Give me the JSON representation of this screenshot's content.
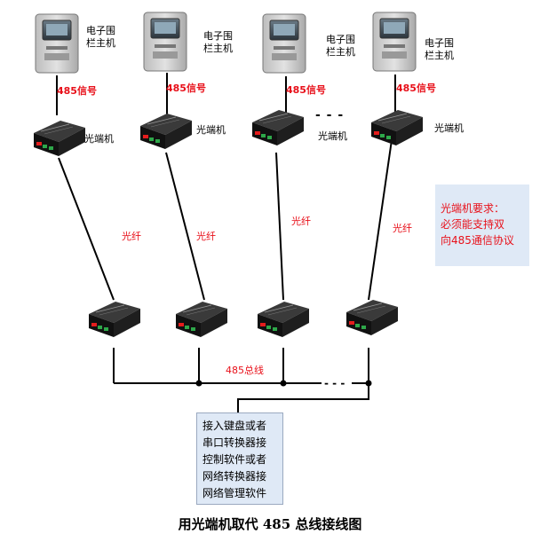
{
  "hosts": [
    {
      "label_line1": "电子围",
      "label_line2": "栏主机",
      "signal": "485信号"
    },
    {
      "label_line1": "电子围",
      "label_line2": "栏主机",
      "signal": "485信号"
    },
    {
      "label_line1": "电子围",
      "label_line2": "栏主机",
      "signal": "485信号"
    },
    {
      "label_line1": "电子围",
      "label_line2": "栏主机",
      "signal": "485信号"
    }
  ],
  "converter_label": "光端机",
  "fiber_label": "光纤",
  "bus_label": "485总线",
  "ellipsis": "- - -",
  "requirement": {
    "line1": "光端机要求：",
    "line2": "必须能支持双",
    "line3": "向485通信协议"
  },
  "software_box": {
    "line1": "接入键盘或者",
    "line2": "串口转换器接",
    "line3": "控制软件或者",
    "line4": "网络转换器接",
    "line5": "网络管理软件"
  },
  "caption": "用光端机取代 485 总线接线图",
  "colors": {
    "label_red": "#e8101a",
    "box_fill": "#dfe9f6",
    "device_dark": "#141414",
    "host_body": "#c9c9c9"
  }
}
